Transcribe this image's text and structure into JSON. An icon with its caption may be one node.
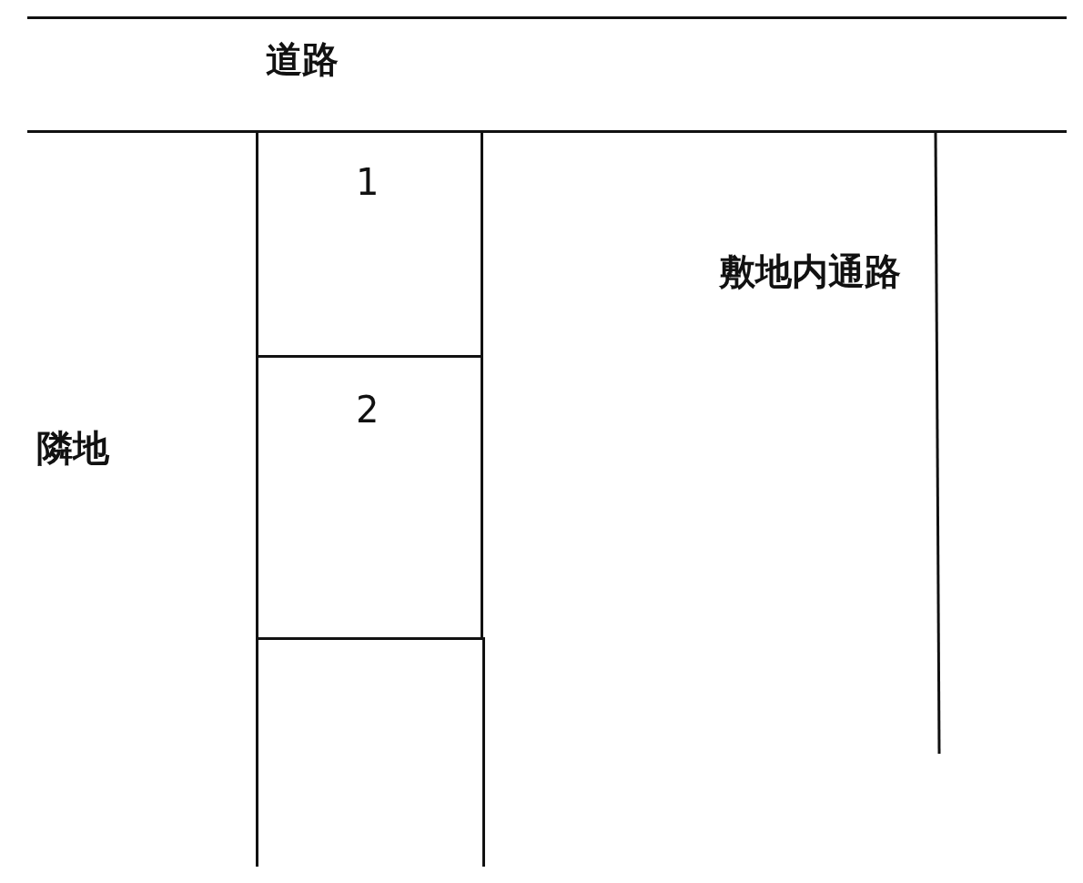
{
  "diagram": {
    "nodes": [
      {
        "text": [
          "道路"
        ]
      },
      {
        "text": [
          "1"
        ]
      },
      {
        "text": [
          "2"
        ]
      },
      {
        "text": [],
        "shape": "box"
      }
    ],
    "labels": [
      "敷地内通路",
      "隣地"
    ]
  }
}
